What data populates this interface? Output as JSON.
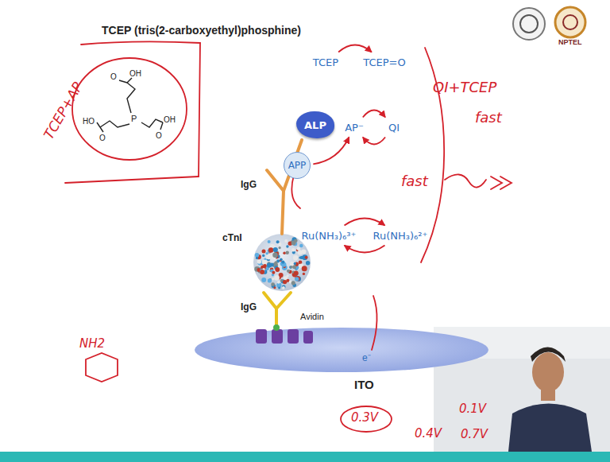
{
  "diagram": {
    "title": "TCEP (tris(2-carboxyethyl)phosphine)",
    "nodes": [
      {
        "text": [
          "TCEP"
        ]
      },
      {
        "text": [
          "TCEP=O"
        ]
      },
      {
        "text": [
          "ALP"
        ]
      },
      {
        "text": [
          "APP"
        ]
      },
      {
        "text": [
          "AP⁻"
        ]
      },
      {
        "text": [
          "QI"
        ]
      },
      {
        "text": [
          "Ru(NH₃)₆³⁺"
        ]
      },
      {
        "text": [
          "Ru(NH₃)₆²⁺"
        ]
      }
    ],
    "edges": [
      {
        "from": 3,
        "to": 4,
        "arrow": "to"
      },
      {
        "from": 4,
        "to": 5,
        "arrow": "to"
      },
      {
        "from": 5,
        "to": 4,
        "arrow": "to"
      },
      {
        "from": 0,
        "to": 1,
        "arrow": "to"
      },
      {
        "from": 6,
        "to": 7,
        "arrow": "to"
      },
      {
        "from": 7,
        "to": 6,
        "arrow": "to"
      }
    ],
    "labels": [
      "NPTEL",
      "IgG",
      "cTnI",
      "IgG",
      "Avidin",
      "e⁻",
      "ITO",
      "O",
      "OH",
      "HO",
      "P",
      "OH",
      "O",
      "O",
      "TCEP+AP",
      "QI+TCEP",
      "fast",
      "fast",
      "0.3V",
      "0.4V",
      "0.1V",
      "0.7V",
      "NH2"
    ]
  }
}
